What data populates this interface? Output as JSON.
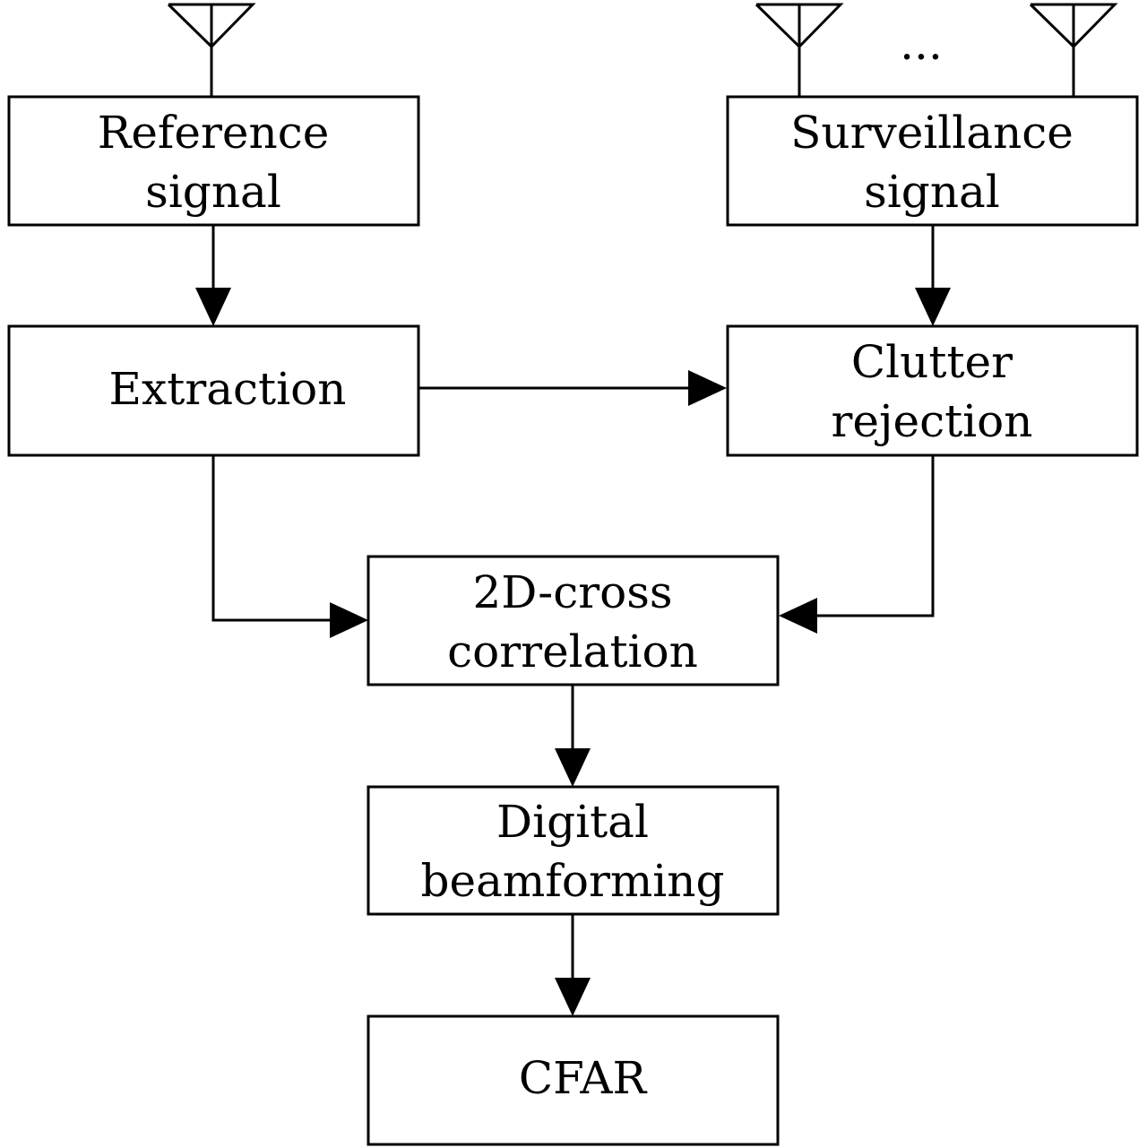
{
  "blocks": {
    "reference": {
      "line1": "Reference",
      "line2": "signal"
    },
    "surveillance": {
      "line1": "Surveillance",
      "line2": "signal"
    },
    "extraction": {
      "line1": "Extraction"
    },
    "clutter": {
      "line1": "Clutter",
      "line2": "rejection"
    },
    "cross_correlation": {
      "line1": "2D-cross",
      "line2": "correlation"
    },
    "beamforming": {
      "line1": "Digital",
      "line2": "beamforming"
    },
    "cfar": {
      "line1": "CFAR"
    }
  },
  "antenna_ellipsis": "..."
}
